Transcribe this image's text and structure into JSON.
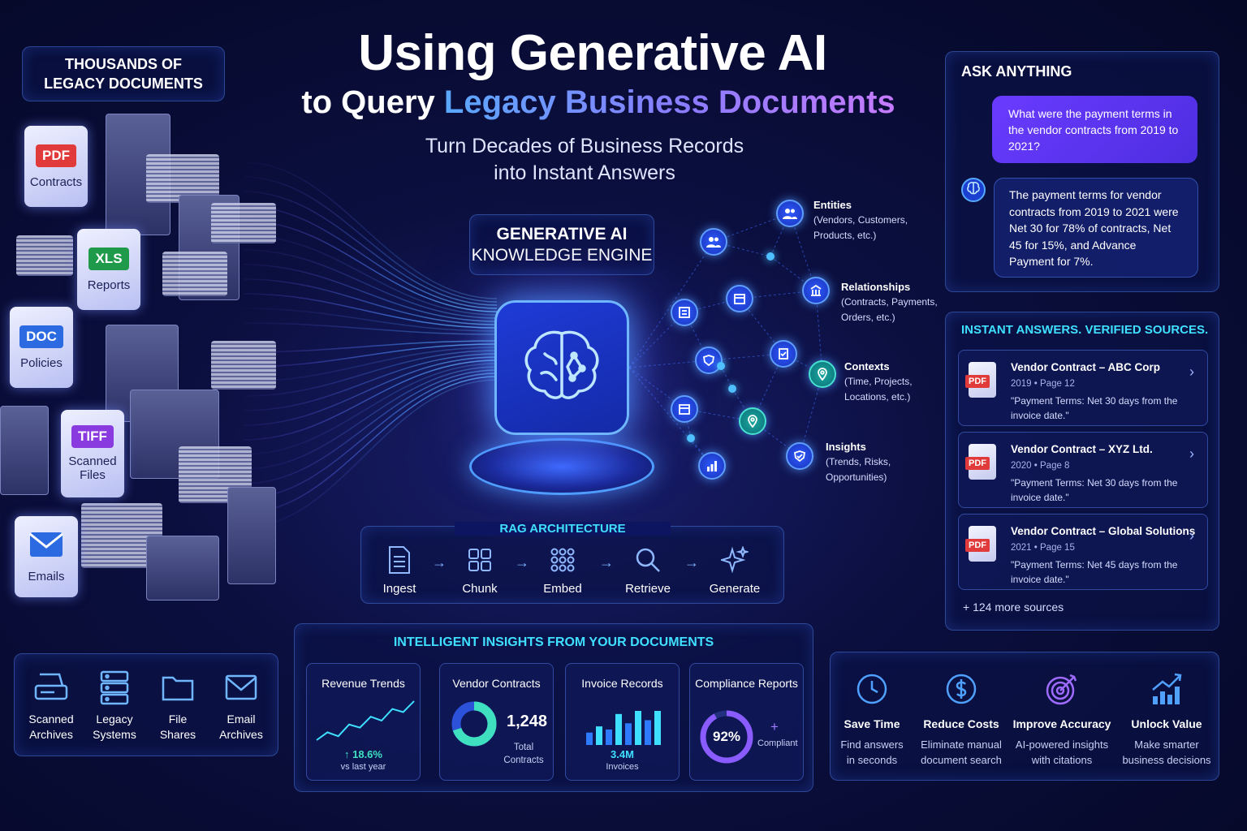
{
  "title": {
    "main": "Using Generative AI",
    "sub_prefix": "to Query",
    "sub_highlight": "Legacy Business Documents",
    "tagline_1": "Turn Decades of Business Records",
    "tagline_2": "into Instant Answers"
  },
  "legacy": {
    "header_1": "THOUSANDS OF",
    "header_2": "LEGACY DOCUMENTS",
    "docs": [
      {
        "badge": "PDF",
        "label": "Contracts",
        "color": "#e03a3a"
      },
      {
        "badge": "XLS",
        "label": "Reports",
        "color": "#1f9a4a"
      },
      {
        "badge": "DOC",
        "label": "Policies",
        "color": "#2b6ae0"
      },
      {
        "badge": "TIFF",
        "label_1": "Scanned",
        "label_2": "Files",
        "color": "#8a3be0"
      },
      {
        "badge": "",
        "label": "Emails",
        "color": "#2b6ae0"
      }
    ]
  },
  "archives": [
    {
      "icon": "scanner-icon",
      "l1": "Scanned",
      "l2": "Archives"
    },
    {
      "icon": "server-icon",
      "l1": "Legacy",
      "l2": "Systems"
    },
    {
      "icon": "folder-icon",
      "l1": "File",
      "l2": "Shares"
    },
    {
      "icon": "mail-icon",
      "l1": "Email",
      "l2": "Archives"
    }
  ],
  "engine": {
    "line_1": "GENERATIVE AI",
    "line_2": "KNOWLEDGE ENGINE"
  },
  "graph": {
    "entities": {
      "title": "Entities",
      "d1": "(Vendors, Customers,",
      "d2": "Products, etc.)"
    },
    "relationships": {
      "title": "Relationships",
      "d1": "(Contracts, Payments,",
      "d2": "Orders, etc.)"
    },
    "contexts": {
      "title": "Contexts",
      "d1": "(Time, Projects,",
      "d2": "Locations, etc.)"
    },
    "insights": {
      "title": "Insights",
      "d1": "(Trends, Risks,",
      "d2": "Opportunities)"
    }
  },
  "rag": {
    "title": "RAG ARCHITECTURE",
    "steps": [
      "Ingest",
      "Chunk",
      "Embed",
      "Retrieve",
      "Generate"
    ]
  },
  "insights": {
    "title": "INTELLIGENT INSIGHTS FROM YOUR DOCUMENTS",
    "revenue": {
      "title": "Revenue Trends",
      "value": "↑ 18.6%",
      "note": "vs last year",
      "trend": [
        3,
        4,
        3.5,
        5,
        4.6,
        6,
        5.5,
        7,
        6.6,
        8
      ]
    },
    "vendor": {
      "title": "Vendor Contracts",
      "value": "1,248",
      "note_1": "Total",
      "note_2": "Contracts",
      "share": 0.7
    },
    "invoice": {
      "title": "Invoice Records",
      "value": "3.4M",
      "note": "Invoices",
      "bars": [
        2,
        3,
        2.5,
        5,
        3.5,
        5.5,
        4,
        5.5
      ]
    },
    "compliance": {
      "title": "Compliance Reports",
      "value": "92%",
      "note": "Compliant",
      "plus": "+",
      "percent": 92
    }
  },
  "ask": {
    "title": "ASK ANYTHING",
    "question": "What were the payment terms in the vendor contracts from 2019 to 2021?",
    "answer": "The payment terms for vendor contracts from 2019 to 2021 were Net 30 for 78% of contracts, Net 45 for 15%, and Advance Payment for 7%."
  },
  "sources": {
    "title": "INSTANT ANSWERS. VERIFIED SOURCES.",
    "items": [
      {
        "name": "Vendor Contract – ABC Corp",
        "meta": "2019 • Page 12",
        "quote": "\"Payment Terms: Net 30 days from the invoice date.\""
      },
      {
        "name": "Vendor Contract – XYZ Ltd.",
        "meta": "2020 • Page 8",
        "quote": "\"Payment Terms: Net 30 days from the invoice date.\""
      },
      {
        "name": "Vendor Contract – Global Solutions",
        "meta": "2021 • Page 15",
        "quote": "\"Payment Terms: Net 45 days from the invoice date.\""
      }
    ],
    "more": "+ 124 more sources",
    "pdf_badge": "PDF"
  },
  "benefits": [
    {
      "icon": "clock-icon",
      "title": "Save Time",
      "d1": "Find answers",
      "d2": "in seconds"
    },
    {
      "icon": "dollar-icon",
      "title": "Reduce Costs",
      "d1": "Eliminate manual",
      "d2": "document search"
    },
    {
      "icon": "target-icon",
      "title": "Improve Accuracy",
      "d1": "AI-powered insights",
      "d2": "with citations"
    },
    {
      "icon": "growth-chart-icon",
      "title": "Unlock Value",
      "d1": "Make smarter",
      "d2": "business decisions"
    }
  ]
}
